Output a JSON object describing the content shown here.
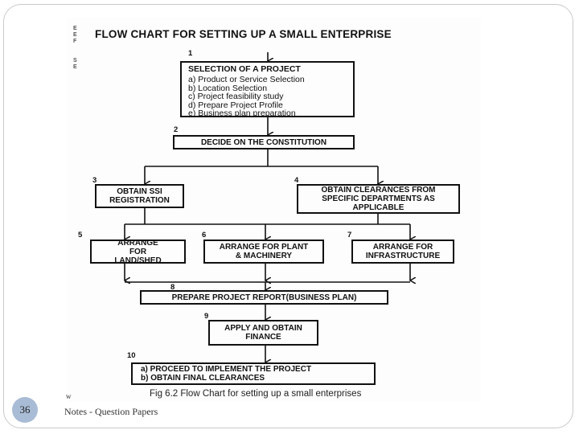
{
  "diagram": {
    "title": "FLOW CHART FOR SETTING UP A SMALL ENTERPRISE",
    "steps": [
      {
        "num": "1",
        "title": "SELECTION OF A PROJECT",
        "items": [
          "a) Product or Service Selection",
          "b) Location Selection",
          "c) Project feasibility study",
          "d) Prepare Project Profile",
          "e) Business plan preparation"
        ]
      },
      {
        "num": "2",
        "title": "DECIDE ON THE CONSTITUTION"
      },
      {
        "num": "3",
        "title": "OBTAIN SSI REGISTRATION"
      },
      {
        "num": "4",
        "title": "OBTAIN CLEARANCES FROM SPECIFIC DEPARTMENTS AS APPLICABLE"
      },
      {
        "num": "5",
        "title": "ARRANGE FOR LAND/SHED"
      },
      {
        "num": "6",
        "title": "ARRANGE FOR PLANT & MACHINERY"
      },
      {
        "num": "7",
        "title": "ARRANGE FOR INFRASTRUCTURE"
      },
      {
        "num": "8",
        "title": "PREPARE PROJECT REPORT(BUSINESS PLAN)"
      },
      {
        "num": "9",
        "title": "APPLY AND OBTAIN FINANCE"
      },
      {
        "num": "10",
        "items": [
          "a) PROCEED TO IMPLEMENT THE PROJECT",
          "b) OBTAIN FINAL CLEARANCES"
        ]
      }
    ],
    "caption": "Fig 6.2 Flow Chart for setting up a small enterprises"
  },
  "slide": {
    "number": "36",
    "footer": "Notes - Question Papers",
    "footer_top": "w"
  }
}
